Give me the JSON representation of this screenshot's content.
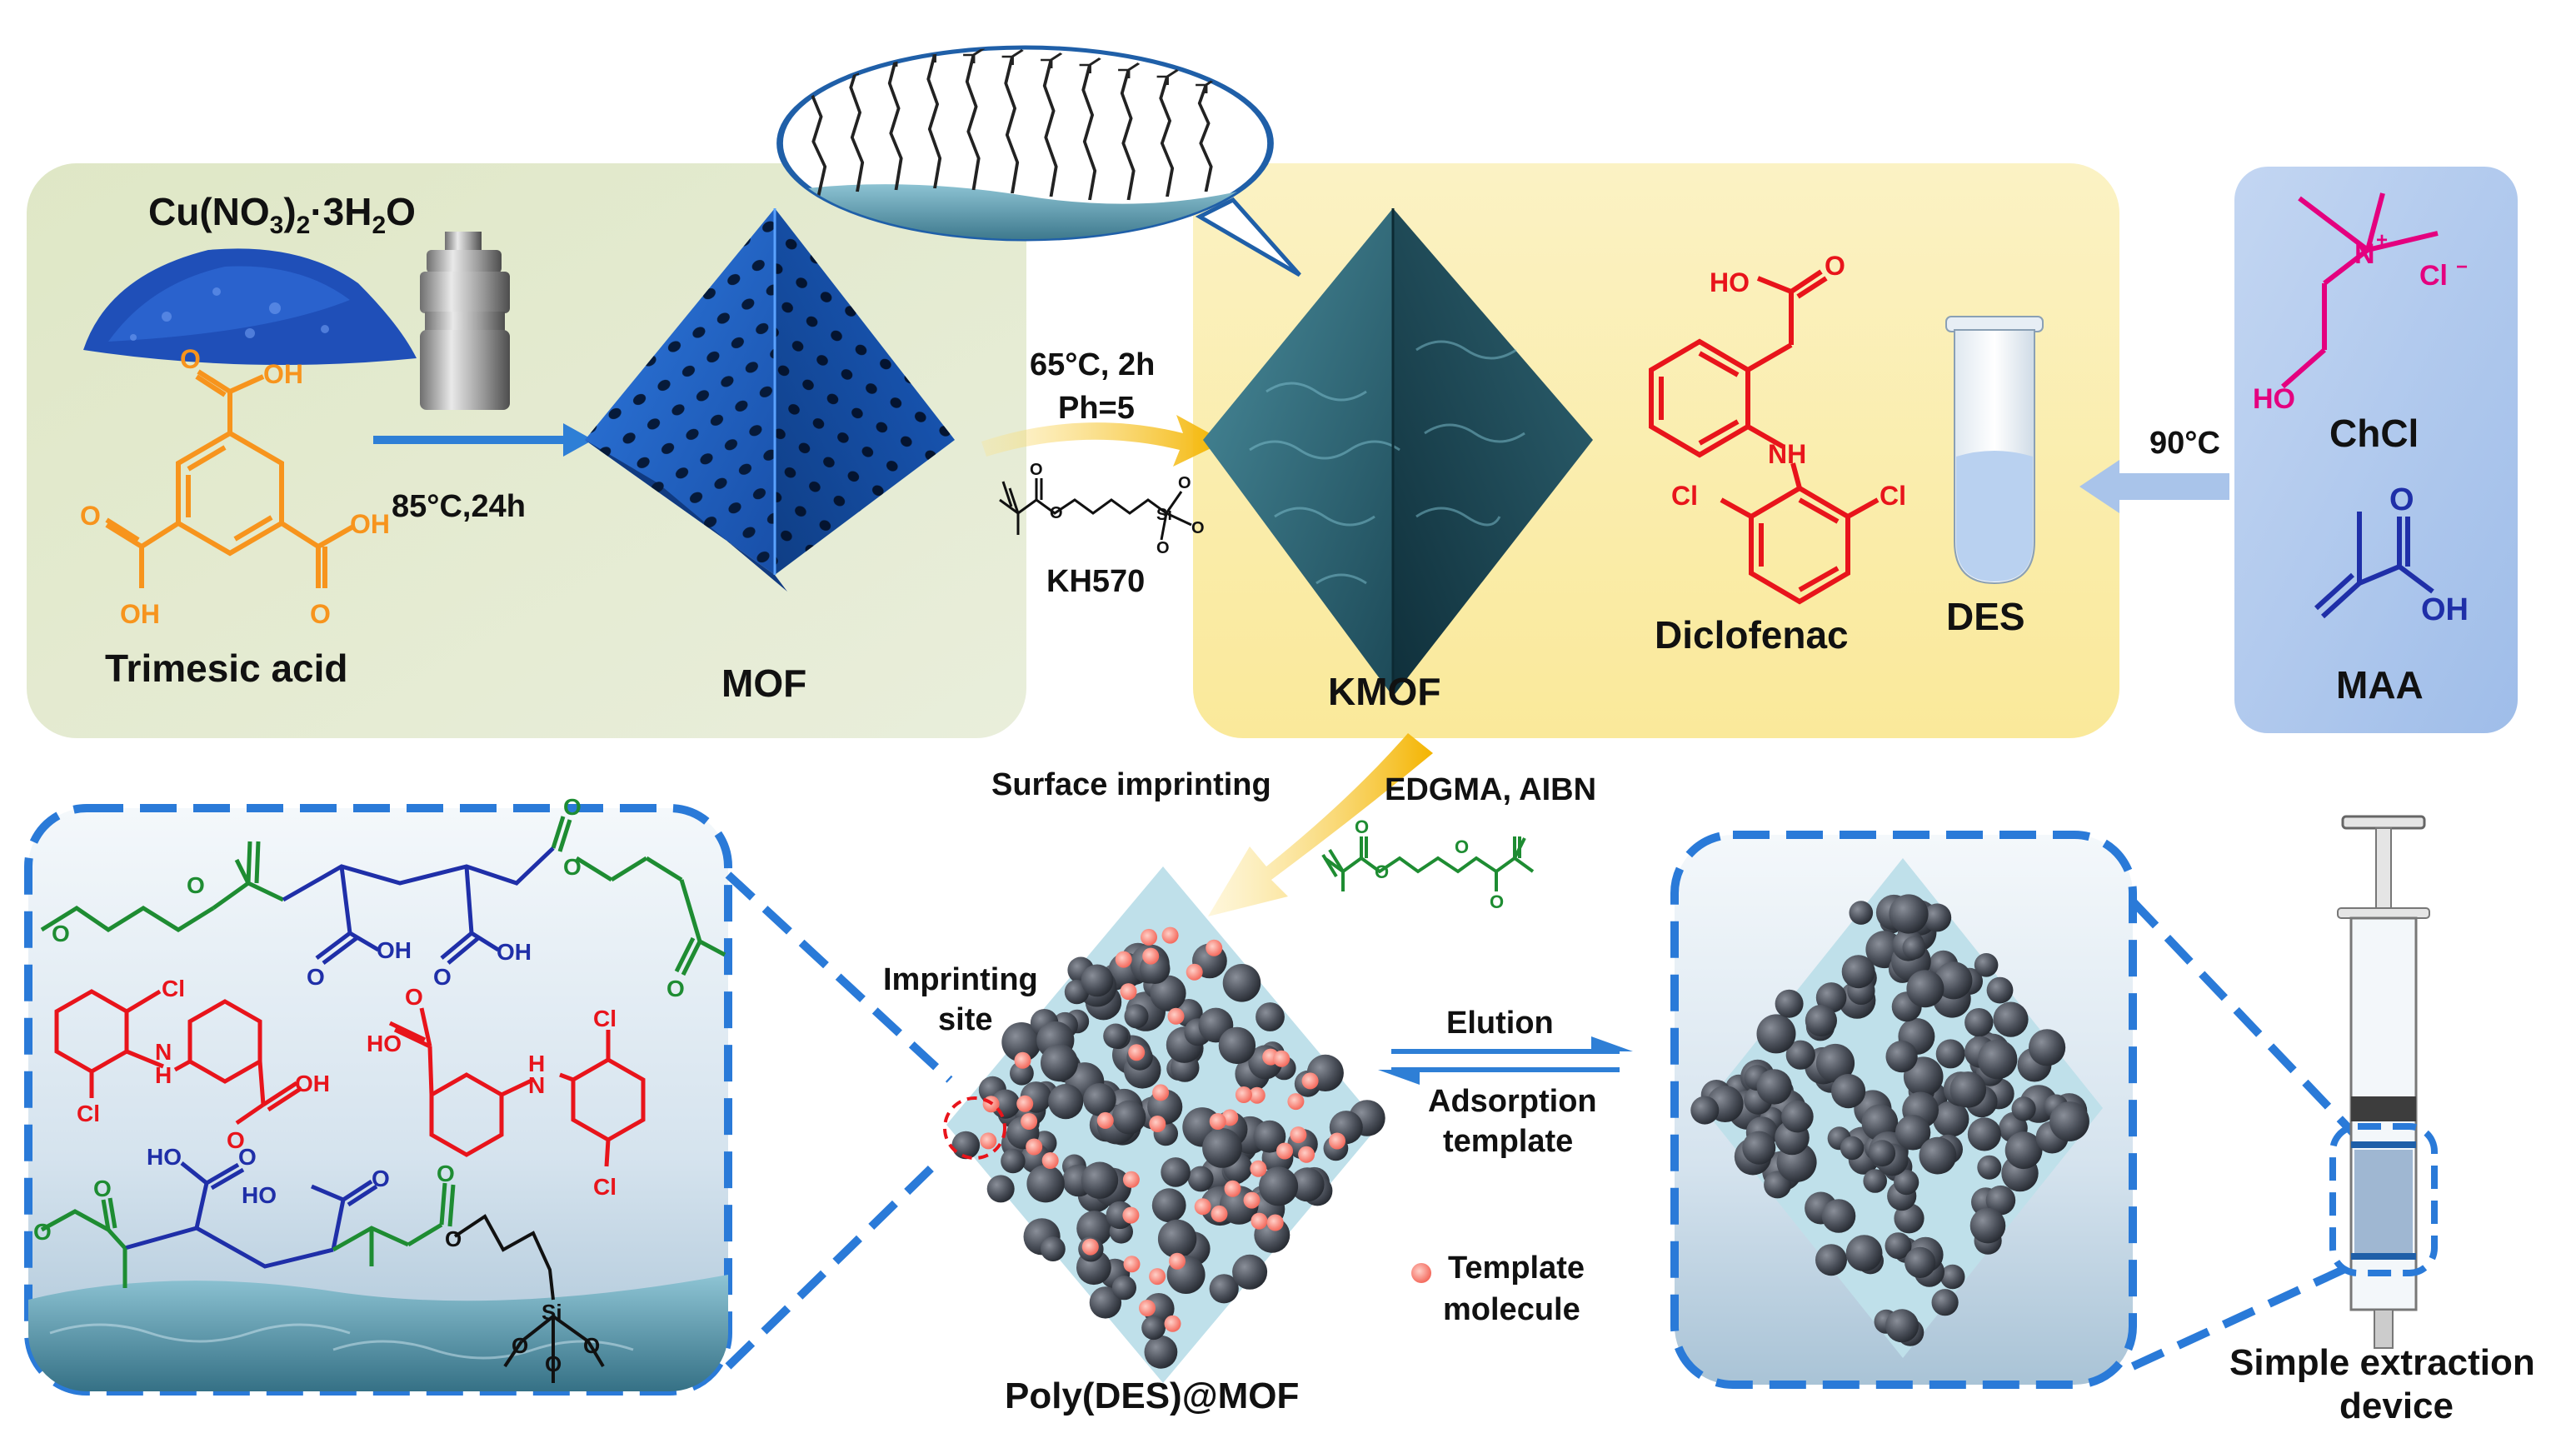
{
  "colors": {
    "panel_green": "#e3ead0",
    "panel_yellow": "#fbefb7",
    "panel_blue": "#aec8ee",
    "orange": "#f7941d",
    "red": "#e8141b",
    "magenta": "#e4007f",
    "blue_chain": "#1f2fa8",
    "green_chain": "#1e8c32",
    "dash_blue": "#2a7ad8",
    "arrow_blue": "#2e7fd6",
    "arrow_gold": "#f4b400"
  },
  "icons": [
    "autoclave-icon",
    "test-tube-icon",
    "syringe-icon",
    "octahedron-icon"
  ],
  "labels": {
    "cu_salt": "Cu(NO",
    "cu_salt_sub1": "3",
    "cu_salt_mid": ")",
    "cu_salt_sub2": "2",
    "cu_salt_end": "·3H",
    "cu_salt_sub3": "2",
    "cu_salt_tail": "O",
    "trimesic": "Trimesic acid",
    "cond1": "85°C,24h",
    "mof": "MOF",
    "cond2a": "65°C, 2h",
    "cond2b": "Ph=5",
    "kh570": "KH570",
    "kmof": "KMOF",
    "diclofenac": "Diclofenac",
    "des": "DES",
    "cond3": "90°C",
    "chcl": "ChCl",
    "maa": "MAA",
    "surface_imprinting": "Surface imprinting",
    "edgma": "EDGMA, AIBN",
    "imprinting_site_1": "Imprinting",
    "imprinting_site_2": "site",
    "elution": "Elution",
    "adsorption_1": "Adsorption",
    "adsorption_2": "template",
    "template_1": "Template",
    "template_2": "molecule",
    "poly_mof": "Poly(DES)@MOF",
    "extraction_1": "Simple extraction",
    "extraction_2": "device"
  },
  "chem_text": {
    "oh": "OH",
    "ho": "HO",
    "o": "O",
    "nh": "NH",
    "h": "H",
    "n": "N",
    "cl": "Cl",
    "cl_minus": "Cl",
    "minus": "−",
    "plus": "+",
    "si": "Si",
    "n_plus": "N"
  }
}
